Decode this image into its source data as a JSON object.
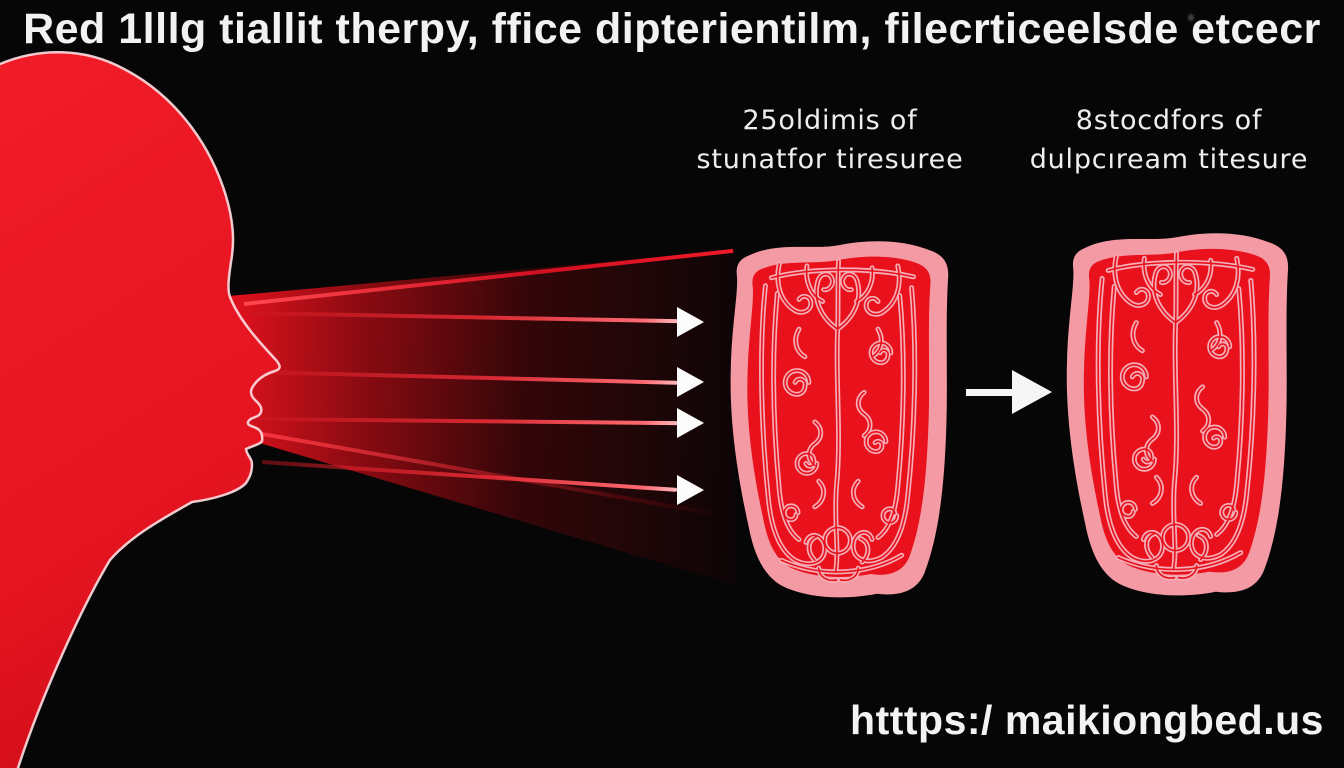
{
  "title": "Red 1lllg tiallit therpy, ffice dipterientilm, filecrticeelsde etcecr",
  "panels": {
    "before": {
      "label_line1": "25oldimis of",
      "label_line2": "stunatfor tiresuree"
    },
    "after": {
      "label_line1": "8stocdfors of",
      "label_line2": "dulpcıream titesure"
    }
  },
  "footer": {
    "url": "htttps:/ maikiongbed.us"
  },
  "colors": {
    "background": "#070607",
    "face_red": "#ee1b26",
    "beam_bright_red": "#e6121e",
    "tissue_border_pink": "#f49aa4",
    "tissue_red": "#e8111c",
    "swirl_pink": "#f5aeb7",
    "outline_white": "#ffdfe3",
    "text_white": "#f3f1f2",
    "arrow_white": "#fcfcfc"
  },
  "icons": {
    "beam_arrowhead": "triangle-right",
    "transform_arrow": "arrow-right"
  }
}
